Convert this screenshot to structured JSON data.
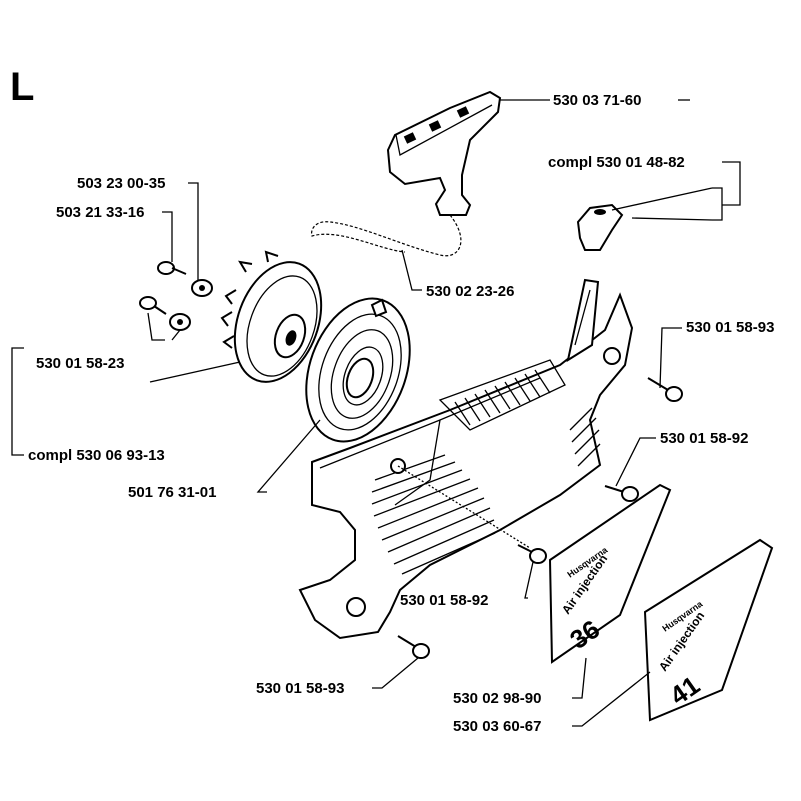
{
  "section_letter": "L",
  "labels": {
    "handle": "530 03 71-60",
    "guide_compl": "compl 530 01 48-82",
    "washer": "503 23 00-35",
    "screw_small": "503 21 33-16",
    "rope": "530 02 23-26",
    "screw_right": "530 01 58-93",
    "pulley_screw": "530 01 58-23",
    "compl_group": "compl 530 06 93-13",
    "screw_mid_right": "530 01 58-92",
    "spring": "501 76 31-01",
    "screw_center": "530 01 58-92",
    "screw_bottom": "530 01 58-93",
    "decal_36": "530 02 98-90",
    "decal_41": "530 03 60-67"
  },
  "decals": {
    "brand": "Husqvarna",
    "text": "Air injection",
    "model_36": "36",
    "model_41": "41"
  }
}
